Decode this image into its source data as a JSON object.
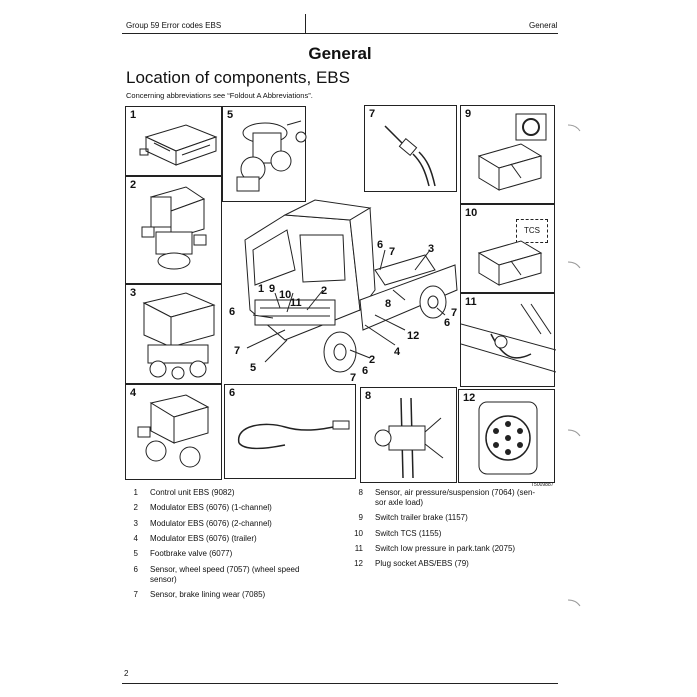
{
  "header": {
    "left": "Group 59 Error codes EBS",
    "right": "General"
  },
  "title": "General",
  "subtitle": "Location of components, EBS",
  "note": "Concerning abbreviations see  “Foldout A Abbreviations”.",
  "figure_code": "T5009887",
  "boxes": {
    "b1": "1",
    "b2": "2",
    "b3": "3",
    "b4": "4",
    "b5": "5",
    "b6": "6",
    "b7": "7",
    "b8": "8",
    "b9": "9",
    "b10": "10",
    "b11": "11",
    "b12": "12"
  },
  "tcs_label": "TCS",
  "callouts": {
    "c6a": "6",
    "c7a": "7",
    "c3a": "3",
    "c8a": "8",
    "c1": "1",
    "c9": "9",
    "c10": "10",
    "c11": "11",
    "c2a": "2",
    "c6b": "6",
    "c7b": "7",
    "c5": "5",
    "c7c": "7",
    "c6c": "6",
    "c12": "12",
    "c4": "4",
    "c2b": "2",
    "c6d": "6",
    "c7d": "7"
  },
  "legend_left": [
    {
      "n": "1",
      "text": "Control unit EBS (9082)"
    },
    {
      "n": "2",
      "text": "Modulator EBS (6076) (1-channel)"
    },
    {
      "n": "3",
      "text": "Modulator EBS (6076) (2-channel)"
    },
    {
      "n": "4",
      "text": "Modulator EBS (6076) (trailer)"
    },
    {
      "n": "5",
      "text": "Footbrake valve (6077)"
    },
    {
      "n": "6",
      "text": "Sensor, wheel speed (7057) (wheel speed",
      "text2": "sensor)"
    },
    {
      "n": "7",
      "text": "Sensor, brake lining wear (7085)"
    }
  ],
  "legend_right": [
    {
      "n": "8",
      "text": "Sensor, air pressure/suspension (7064) (sen-",
      "text2": "sor axle load)"
    },
    {
      "n": "9",
      "text": "Switch trailer brake (1157)"
    },
    {
      "n": "10",
      "text": "Switch TCS (1155)"
    },
    {
      "n": "11",
      "text": "Switch low pressure in park.tank (2075)"
    },
    {
      "n": "12",
      "text": "Plug socket ABS/EBS (79)"
    }
  ],
  "page_number": "2"
}
